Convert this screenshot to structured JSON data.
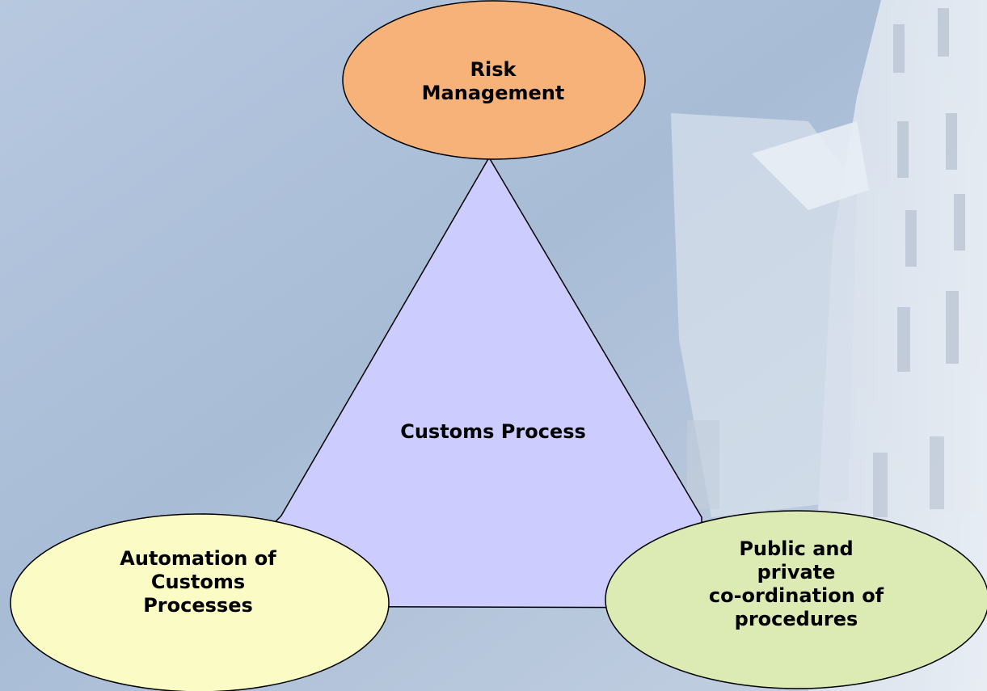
{
  "diagram": {
    "center": {
      "label": "Customs Process"
    },
    "nodes": [
      {
        "id": "risk",
        "lines": [
          "Risk",
          "Management"
        ],
        "fill": "#f7b27a"
      },
      {
        "id": "automation",
        "lines": [
          "Automation of",
          "Customs",
          "Processes"
        ],
        "fill": "#fbfbc6"
      },
      {
        "id": "coordination",
        "lines": [
          "Public and",
          "private",
          "co-ordination of",
          "procedures"
        ],
        "fill": "#dcebb4"
      }
    ],
    "triangle_fill": "#ccccff",
    "stroke_color": "#000000"
  }
}
